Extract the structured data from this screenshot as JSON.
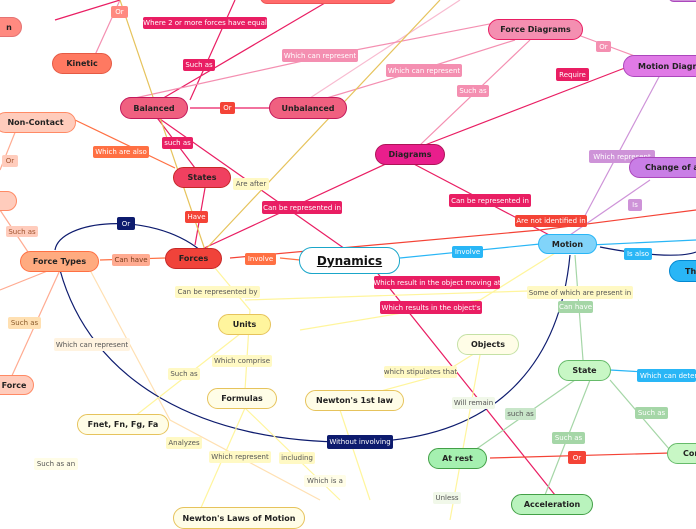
{
  "root": "Dynamics",
  "nodes": {
    "kinetic": "Kinetic",
    "balanced": "Balanced",
    "unbalanced": "Unbalanced",
    "force_diagrams": "Force Diagrams",
    "motion_diagrams": "Motion Diagra",
    "non_contact": "Non-Contact",
    "diagrams": "Diagrams",
    "change_of": "Change of an",
    "states": "States",
    "forces": "Forces",
    "motion": "Motion",
    "force_types": "Force Types",
    "units": "Units",
    "objects": "Objects",
    "formulas": "Formulas",
    "newtons_1st_law": "Newton's 1st law",
    "state": "State",
    "fnet": "Fnet, Fn, Fg, Fa",
    "at_rest": "At rest",
    "acceleration": "Acceleration",
    "newtons_laws": "Newton's Laws of Motion",
    "left_top_cut": "n",
    "left_force_cut": "Force",
    "right_the_cut": "The",
    "right_con_cut": "Con"
  },
  "labels": {
    "or_top": "Or",
    "where_2": "Where 2 or more forces have equal",
    "such_as_1": "Such as",
    "which_can_represent_1": "Which can represent",
    "which_can_represent_2": "Which can represent",
    "such_as_2": "Such as",
    "or_fd": "Or",
    "require": "Require",
    "or_bal": "Or",
    "which_are_also": "Which are also",
    "such_as_states": "such as",
    "or_left": "Or",
    "which_represent": "Which represent",
    "are_after": "Are after",
    "is": "Is",
    "have": "Have",
    "can_be_represented_in_1": "Can be represented in",
    "can_be_represented_in_2": "Can be represented in",
    "are_not_identified_in": "Are not identified in",
    "involve_1": "Involve",
    "involve_2": "Involve",
    "is_also": "Is also",
    "or_dark": "Or",
    "such_as_left": "Such as",
    "can_have_1": "Can have",
    "which_result_in": "Which result in the object moving at",
    "which_results_in": "Which results in the object's",
    "can_be_represented_by": "Can be represented by",
    "some_of_which": "Some of which are present in",
    "can_have_2": "Can have",
    "such_as_far_left": "Such as",
    "which_can_represent_3": "Which can represent",
    "which_comprise": "Which comprise",
    "such_as_units": "Such as",
    "which_stipulates_that": "which stipulates that",
    "will_remain": "Will remain",
    "such_as_state": "such as",
    "which_can_determine": "Which can  determ",
    "such_as_right": "Such as",
    "such_as_acc": "Such as",
    "or_rest": "Or",
    "analyzes": "Analyzes",
    "without_involving": "Without involving",
    "which_represent_laws": "Which represent",
    "including": "including",
    "such_as_an": "Such as an",
    "which_is_a": "Which is a",
    "unless": "Unless"
  }
}
